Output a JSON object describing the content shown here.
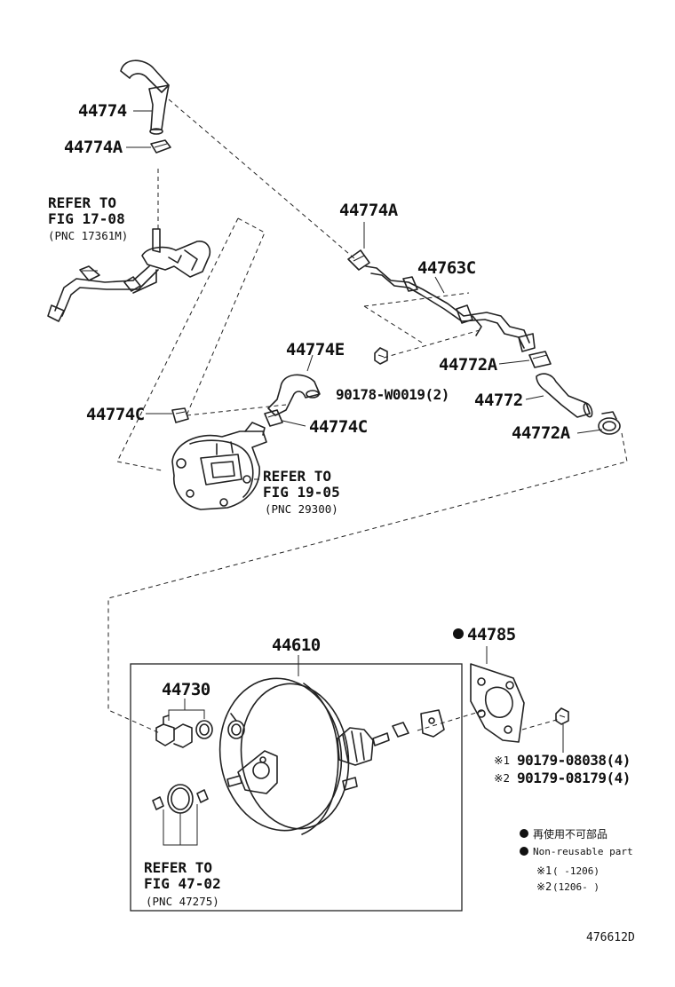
{
  "diagram": {
    "figure_code": "476612D",
    "parts": {
      "p44774": "44774",
      "p44774A_top": "44774A",
      "p44774A_mid": "44774A",
      "p44763C": "44763C",
      "p44774E": "44774E",
      "p44774C_left": "44774C",
      "p44774C_right": "44774C",
      "p90178": "90178-W0019(2)",
      "p44772A_top": "44772A",
      "p44772": "44772",
      "p44772A_bottom": "44772A",
      "p44610": "44610",
      "p44730": "44730",
      "p44785": "44785",
      "p90179_a": "90179-08038(4)",
      "p90179_b": "90179-08179(4)"
    },
    "refs": {
      "fig1708": {
        "line1": "REFER TO",
        "line2": "FIG 17-08",
        "line3": "(PNC 17361M)"
      },
      "fig1905": {
        "line1": "REFER TO",
        "line2": "FIG 19-05",
        "line3": "(PNC 29300)"
      },
      "fig4702": {
        "line1": "REFER TO",
        "line2": "FIG 47-02",
        "line3": "(PNC 47275)"
      }
    },
    "marks": {
      "note1": "※1",
      "note2": "※2"
    },
    "legend": {
      "nonreusable_ja": "再使用不可部品",
      "nonreusable_en": "Non-reusable part",
      "range1_mark": "※1",
      "range1": "(      -1206)",
      "range2_mark": "※2",
      "range2": "(1206-      )"
    }
  }
}
